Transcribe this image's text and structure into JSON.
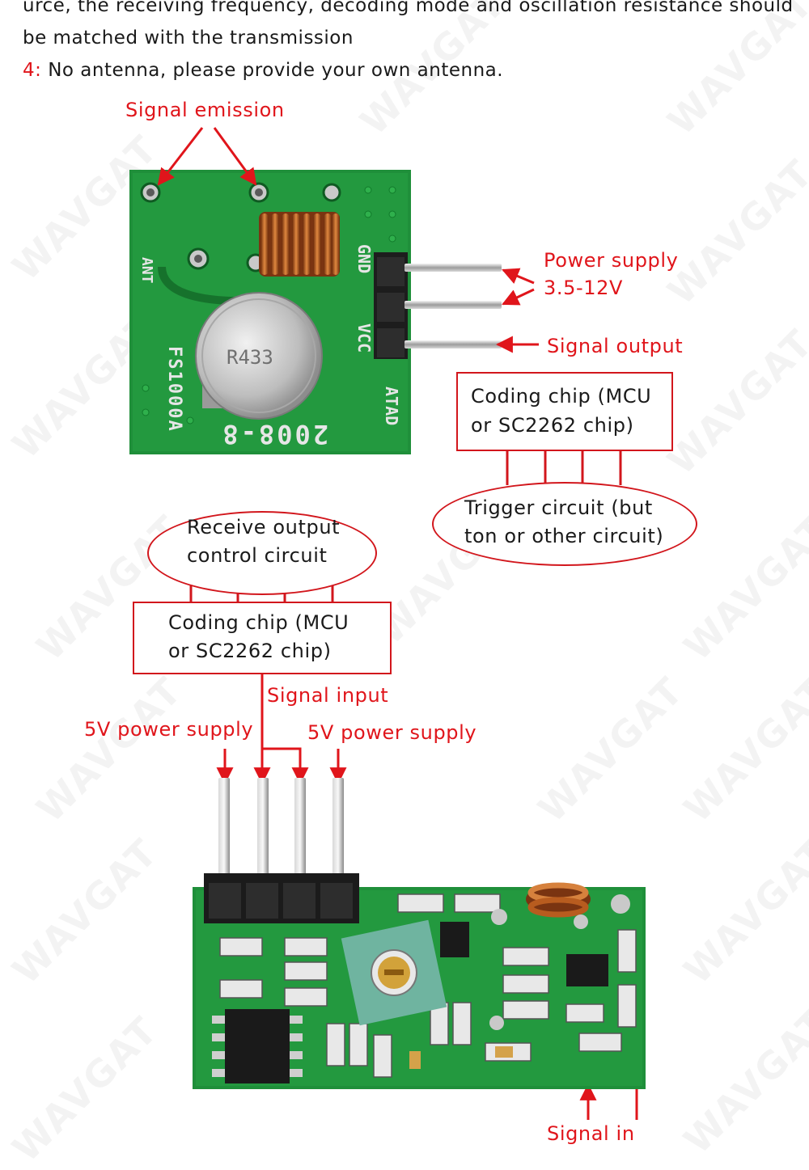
{
  "intro": {
    "line1": "urce, the receiving frequency, decoding mode and oscillation resistance should",
    "line2": "be matched with the transmission",
    "note_number": "4:",
    "note_text": " No antenna, please provide your own antenna."
  },
  "watermark": "WAVGAT",
  "transmitter": {
    "signal_emission": "Signal emission",
    "power_supply_line1": "Power supply",
    "power_supply_line2": "3.5-12V",
    "signal_output": "Signal output",
    "board_label_ant": "ANT",
    "board_label_gnd": "GND",
    "board_label_vcc": "VCC",
    "board_label_data": "ATAD",
    "board_label_model": "FS1000A",
    "board_label_date": "2008-8",
    "crystal_label": "R433"
  },
  "tx_coding_chip": {
    "line1": "Coding chip (MCU",
    "line2": "or SC2262 chip)"
  },
  "trigger_circuit": {
    "line1": "Trigger circuit (but",
    "line2": "ton or other circuit)"
  },
  "rx_output": {
    "line1": "Receive output",
    "line2": "control circuit"
  },
  "rx_coding_chip": {
    "line1": "Coding chip (MCU",
    "line2": "or SC2262 chip)"
  },
  "receiver": {
    "signal_input": "Signal input",
    "power_left": "5V power supply",
    "power_right": "5V power supply",
    "bottom_label": "Signal in"
  },
  "colors": {
    "accent_red": "#e0151b",
    "pcb_green": "#1f8f3a",
    "coil_copper": "#b5561c"
  }
}
